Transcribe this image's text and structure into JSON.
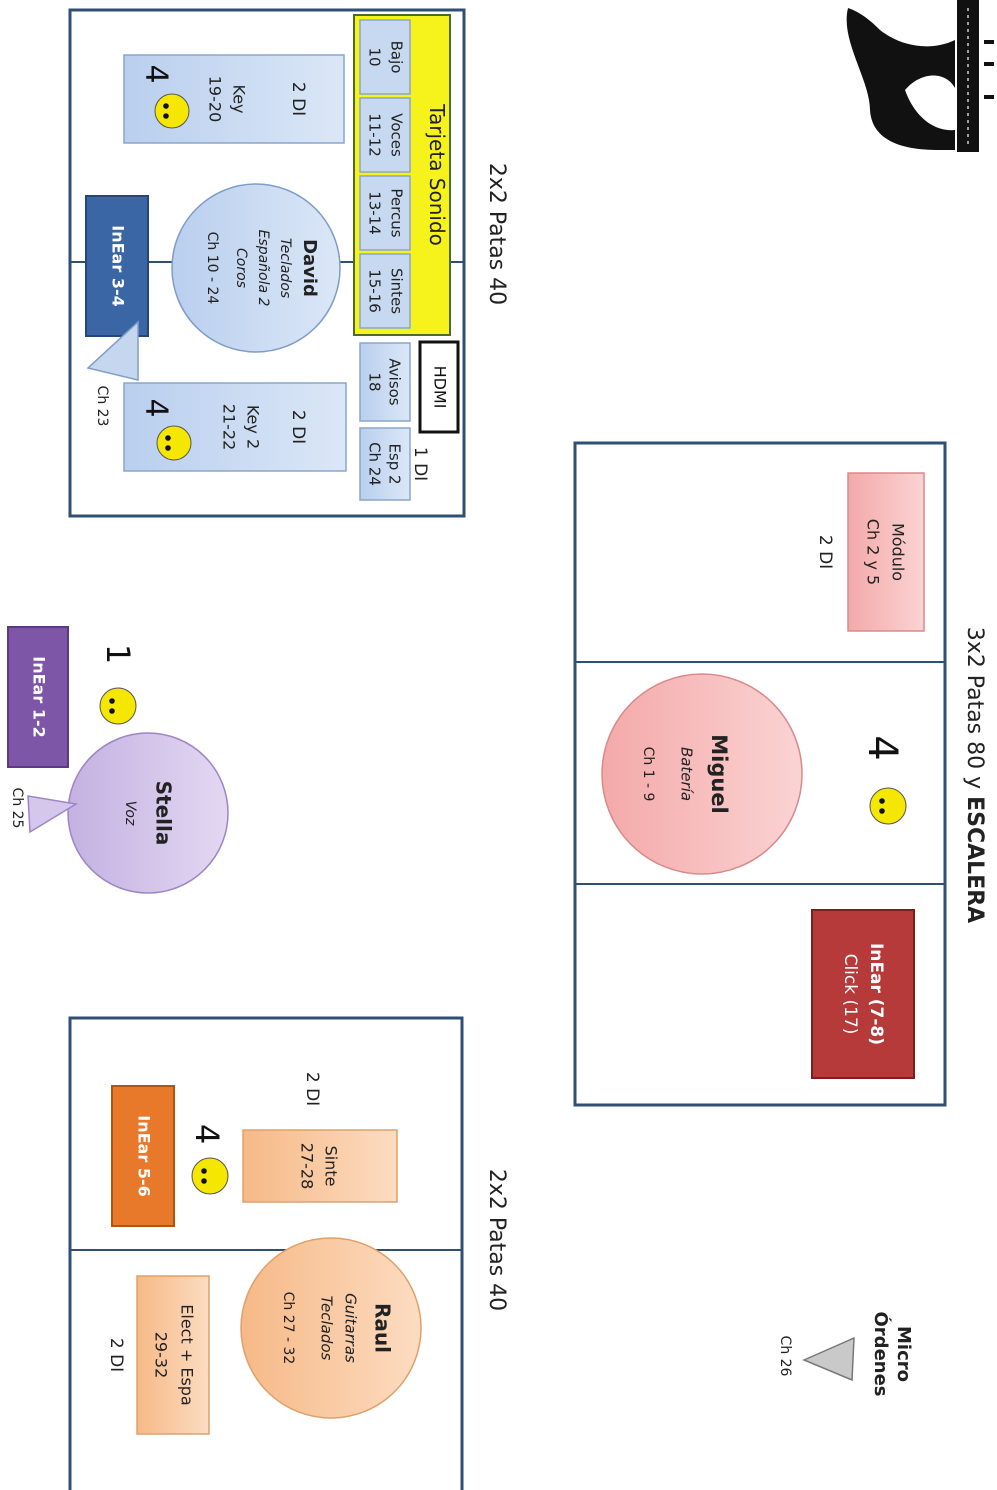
{
  "riser_left_top": {
    "title": "2x2 Patas 40"
  },
  "soundcard": {
    "title": "Tarjeta Sonido",
    "inputs": [
      {
        "name": "Bajo",
        "ch": "10"
      },
      {
        "name": "Voces",
        "ch": "11-12"
      },
      {
        "name": "Percus",
        "ch": "13-14"
      },
      {
        "name": "Sintes",
        "ch": "15-16"
      }
    ]
  },
  "hdmi": {
    "label": "HDMI"
  },
  "avisos": {
    "name": "Avisos",
    "ch": "18"
  },
  "esp2": {
    "name": "Esp 2",
    "ch": "Ch 24",
    "di": "1 DI"
  },
  "keys_left": {
    "key1": {
      "di": "2 DI",
      "name": "Key",
      "ch": "19-20",
      "count": "4"
    },
    "key2": {
      "di": "2 DI",
      "name": "Key 2",
      "ch": "21-22",
      "count": "4"
    }
  },
  "david": {
    "name": "David",
    "roles": [
      "Teclados",
      "Española 2",
      "Coros"
    ],
    "ch": "Ch 10 - 24"
  },
  "inear_david": {
    "label": "InEar 3-4"
  },
  "mic_david": {
    "ch": "Ch 23"
  },
  "drum_riser": {
    "title_plain": "3x2 Patas 80 y ",
    "title_bold": "ESCALERA",
    "modulo": {
      "name": "Módulo",
      "ch": "Ch 2 y 5",
      "di": "2 DI"
    },
    "miguel": {
      "name": "Miguel",
      "role": "Batería",
      "ch": "Ch 1 - 9"
    },
    "count": "4",
    "inear_click": {
      "line1": "InEar  (7-8)",
      "line2": "Click (17)"
    }
  },
  "stella": {
    "name": "Stella",
    "role": "Voz",
    "count": "1",
    "inear": "InEar 1-2",
    "mic_ch": "Ch 25"
  },
  "micro_ordenes": {
    "line1": "Micro",
    "line2": "Órdenes",
    "ch": "Ch 26"
  },
  "riser_bottom": {
    "title": "2x2 Patas 40",
    "sinte": {
      "name": "Sinte",
      "ch": "27-28",
      "di": "2 DI"
    },
    "count": "4",
    "inear": "InEar 5-6",
    "raul": {
      "name": "Raul",
      "roles": [
        "Guitarras",
        "Teclados"
      ],
      "ch": "Ch 27 - 32"
    },
    "elect": {
      "name": "Elect + Espa",
      "ch": "29-32",
      "di": "2 DI"
    }
  },
  "colors": {
    "frame": "#2f4f73",
    "blue_box": "#c7d9f0",
    "blue_dark": "#3a66a6",
    "yellow": "#f5f21c",
    "pink": "#f5b8b8",
    "red_dark": "#b73a3a",
    "purple": "#7e56a8",
    "lilac": "#cdbbe6",
    "orange_box": "#f9c79c",
    "orange_dark": "#e8782a",
    "smiley": "#f5e700"
  }
}
